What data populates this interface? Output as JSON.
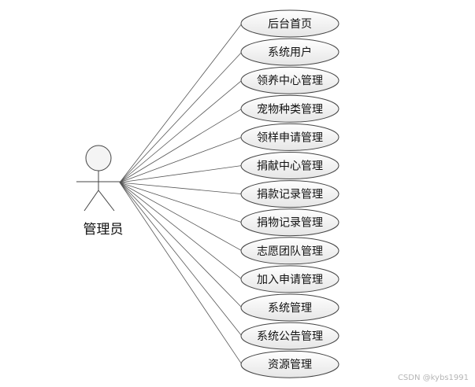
{
  "actor": {
    "label": "管理员"
  },
  "use_cases": [
    {
      "label": "后台首页"
    },
    {
      "label": "系统用户"
    },
    {
      "label": "领养中心管理"
    },
    {
      "label": "宠物种类管理"
    },
    {
      "label": "领样申请管理"
    },
    {
      "label": "捐献中心管理"
    },
    {
      "label": "捐款记录管理"
    },
    {
      "label": "捐物记录管理"
    },
    {
      "label": "志愿团队管理"
    },
    {
      "label": "加入申请管理"
    },
    {
      "label": "系统管理"
    },
    {
      "label": "系统公告管理"
    },
    {
      "label": "资源管理"
    }
  ],
  "watermark": "CSDN @kybs1991",
  "colors": {
    "line": "#555555",
    "ellipse_stroke": "#444444",
    "ellipse_fill_top": "#ffffff",
    "ellipse_fill_bottom": "#e6e6e6",
    "actor_head_fill": "#f4f4f4"
  }
}
